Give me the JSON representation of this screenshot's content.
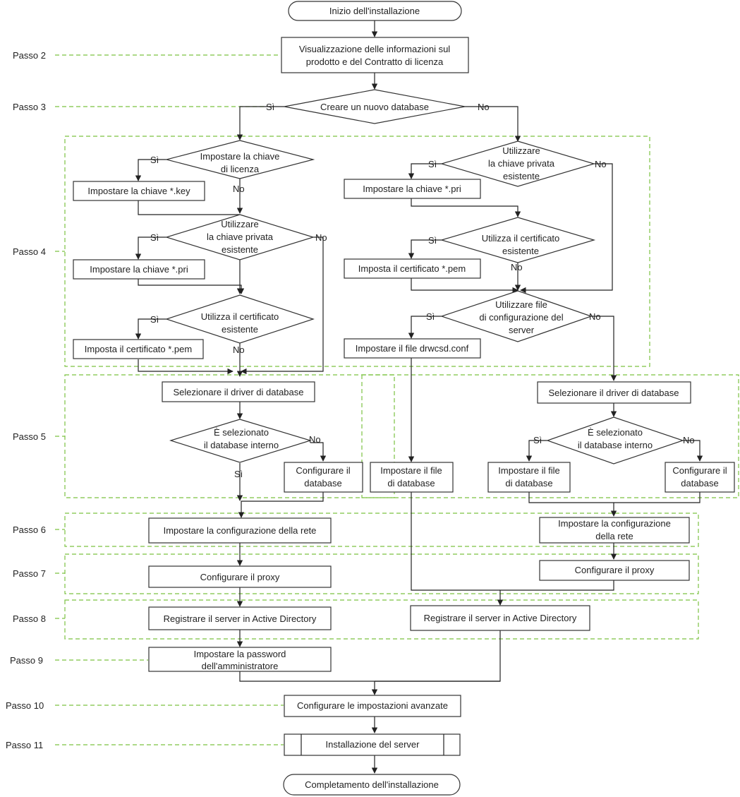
{
  "colors": {
    "accent_dashed": "#7cc242",
    "stroke": "#333333",
    "text": "#222222"
  },
  "steps": {
    "s2": "Passo 2",
    "s3": "Passo 3",
    "s4": "Passo 4",
    "s5": "Passo 5",
    "s6": "Passo 6",
    "s7": "Passo 7",
    "s8": "Passo 8",
    "s9": "Passo 9",
    "s10": "Passo 10",
    "s11": "Passo 11"
  },
  "nodes": {
    "start": "Inizio dell'installazione",
    "info": [
      "Visualizzazione delle informazioni sul",
      "prodotto e del Contratto di licenza"
    ],
    "new_db": "Creare un nuovo database",
    "set_license_q": [
      "Impostare la chiave",
      "di licenza"
    ],
    "set_key": "Impostare la chiave *.key",
    "use_priv_left_q": [
      "Utilizzare",
      "la chiave privata",
      "esistente"
    ],
    "set_pri_left": "Impostare la chiave *.pri",
    "use_cert_left_q": [
      "Utilizza il certificato",
      "esistente"
    ],
    "set_pem_left": "Imposta il certificato *.pem",
    "use_priv_right_q": [
      "Utilizzare",
      "la chiave privata",
      "esistente"
    ],
    "set_pri_right": "Impostare la chiave *.pri",
    "use_cert_right_q": [
      "Utilizza il certificato",
      "esistente"
    ],
    "set_pem_right": "Imposta il certificato *.pem",
    "use_conf_q": [
      "Utilizzare file",
      "di configurazione del",
      "server"
    ],
    "set_conf": "Impostare il file drwcsd.conf",
    "db_driver_left": "Selezionare il driver di database",
    "db_driver_right": "Selezionare il driver di database",
    "internal_left_q": [
      "È selezionato",
      "il database interno"
    ],
    "internal_right_q": [
      "È selezionato",
      "il database interno"
    ],
    "config_db_left": [
      "Configurare il",
      "database"
    ],
    "set_dbfile_mid": [
      "Impostare il file",
      "di database"
    ],
    "set_dbfile_right": [
      "Impostare il file",
      "di database"
    ],
    "config_db_right": [
      "Configurare il",
      "database"
    ],
    "net_left": "Impostare la configurazione della rete",
    "net_right": [
      "Impostare la configurazione",
      "della rete"
    ],
    "proxy_left": "Configurare il proxy",
    "proxy_right": "Configurare il proxy",
    "ad_left": "Registrare il server in Active Directory",
    "ad_right": "Registrare il server in Active Directory",
    "admin_pw": [
      "Impostare la password",
      "dell'amministratore"
    ],
    "advanced": "Configurare le impostazioni avanzate",
    "install": "Installazione del server",
    "end": "Completamento dell'installazione"
  },
  "edge_labels": {
    "yes": "Sì",
    "no": "No"
  }
}
